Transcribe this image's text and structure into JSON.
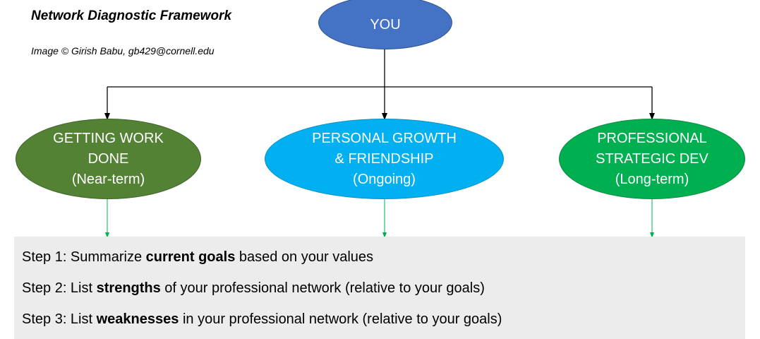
{
  "header": {
    "title": "Network Diagnostic Framework",
    "credit": "Image © Girish Babu, gb429@cornell.edu"
  },
  "nodes": {
    "root": "YOU",
    "left": {
      "line1": "GETTING WORK",
      "line2": "DONE",
      "line3": "(Near-term)"
    },
    "center": {
      "line1": "PERSONAL GROWTH",
      "line2": "& FRIENDSHIP",
      "line3": "(Ongoing)"
    },
    "right": {
      "line1": "PROFESSIONAL",
      "line2": "STRATEGIC DEV",
      "line3": "(Long-term)"
    }
  },
  "colors": {
    "root": "#4472c4",
    "left": "#548235",
    "center": "#00b0f0",
    "right": "#00b050",
    "connector": "#000000",
    "step_arrow": "#00b050",
    "steps_panel": "#ececec"
  },
  "steps": [
    {
      "prefix": "Step 1: Summarize ",
      "bold": "current goals",
      "suffix": " based on your values"
    },
    {
      "prefix": "Step 2: List ",
      "bold": "strengths",
      "suffix": " of your professional network (relative to your goals)"
    },
    {
      "prefix": "Step 3: List ",
      "bold": "weaknesses",
      "suffix": " in your professional network (relative to your goals)"
    }
  ]
}
